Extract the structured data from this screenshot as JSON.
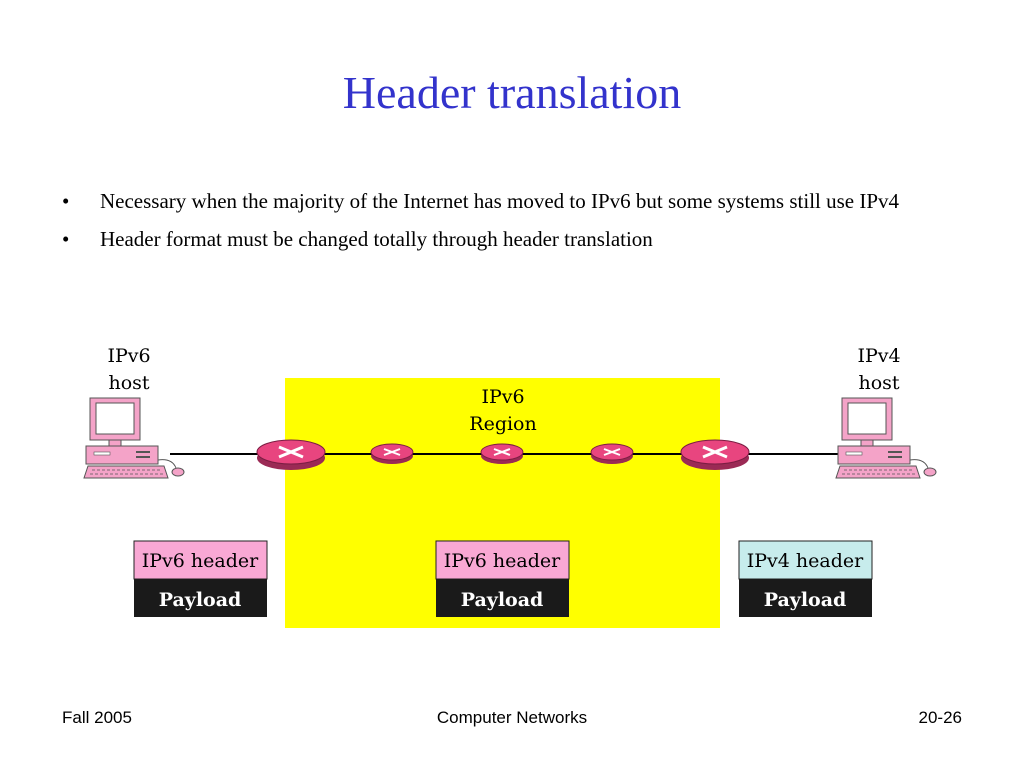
{
  "slide": {
    "title": "Header translation",
    "bullets": [
      "Necessary when the majority of the Internet has moved to IPv6 but some systems still use IPv4",
      "Header format must be changed totally through header translation"
    ]
  },
  "diagram": {
    "left_host": {
      "line1": "IPv6",
      "line2": "host"
    },
    "right_host": {
      "line1": "IPv4",
      "line2": "host"
    },
    "region": {
      "line1": "IPv6",
      "line2": "Region"
    },
    "packets": [
      {
        "header": "IPv6 header",
        "payload": "Payload",
        "header_color": "#f9a8d4"
      },
      {
        "header": "IPv6 header",
        "payload": "Payload",
        "header_color": "#f9a8d4"
      },
      {
        "header": "IPv4 header",
        "payload": "Payload",
        "header_color": "#c7ecec"
      }
    ],
    "colors": {
      "region_fill": "#ffff00",
      "router": "#e8457f",
      "computer": "#f4a3c8",
      "payload_fill": "#1a1a1a"
    }
  },
  "footer": {
    "left": "Fall 2005",
    "center": "Computer Networks",
    "right": "20-26"
  }
}
